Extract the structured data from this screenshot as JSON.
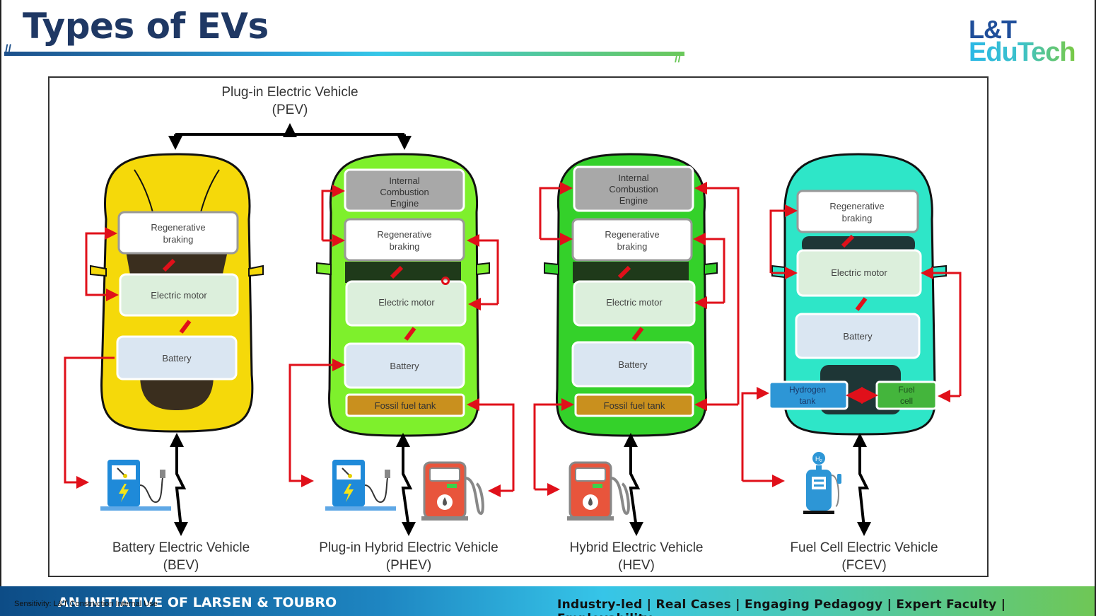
{
  "slide": {
    "title": "Types of EVs",
    "logo": {
      "line1": "L&T",
      "line2": "EduTech"
    },
    "footer": {
      "left": "AN INITIATIVE OF LARSEN & TOUBRO",
      "sensitivity": "Sensitivity: L&T Construction Internal Use",
      "right": "Industry-led | Real Cases | Engaging Pedagogy | Expert Faculty | Employability"
    },
    "colors": {
      "title": "#1f3864",
      "arrow_red": "#e0101a",
      "bev_car": "#f5d90a",
      "phev_car": "#7ef02c",
      "hev_car": "#34d12a",
      "fcev_car": "#2ee6c8"
    }
  },
  "diagram": {
    "pev_label": {
      "line1": "Plug-in Electric Vehicle",
      "line2": "(PEV)"
    },
    "vehicles": [
      {
        "id": "bev",
        "name": "Battery Electric Vehicle",
        "abbr": "(BEV)",
        "components": [
          "Regenerative braking",
          "Electric motor",
          "Battery"
        ],
        "sources": [
          "EV charging station"
        ]
      },
      {
        "id": "phev",
        "name": "Plug-in Hybrid Electric Vehicle",
        "abbr": "(PHEV)",
        "components": [
          "Internal Combustion Engine",
          "Regenerative braking",
          "Electric motor",
          "Battery",
          "Fossil fuel tank"
        ],
        "sources": [
          "EV charging station",
          "Fuel pump"
        ]
      },
      {
        "id": "hev",
        "name": "Hybrid Electric Vehicle",
        "abbr": "(HEV)",
        "components": [
          "Internal Combustion Engine",
          "Regenerative braking",
          "Electric motor",
          "Battery",
          "Fossil fuel tank"
        ],
        "sources": [
          "Fuel pump"
        ]
      },
      {
        "id": "fcev",
        "name": "Fuel Cell Electric Vehicle",
        "abbr": "(FCEV)",
        "components": [
          "Regenerative braking",
          "Electric motor",
          "Battery",
          "Hydrogen tank",
          "Fuel cell"
        ],
        "sources": [
          "Hydrogen pump"
        ]
      }
    ],
    "box_labels": {
      "ice": [
        "Internal",
        "Combustion",
        "Engine"
      ],
      "regen": [
        "Regenerative",
        "braking"
      ],
      "motor": "Electric motor",
      "battery": "Battery",
      "fuel_tank": "Fossil fuel tank",
      "hydrogen": [
        "Hydrogen",
        "tank"
      ],
      "fuel_cell": [
        "Fuel",
        "cell"
      ],
      "h2_badge": "H₂"
    }
  }
}
